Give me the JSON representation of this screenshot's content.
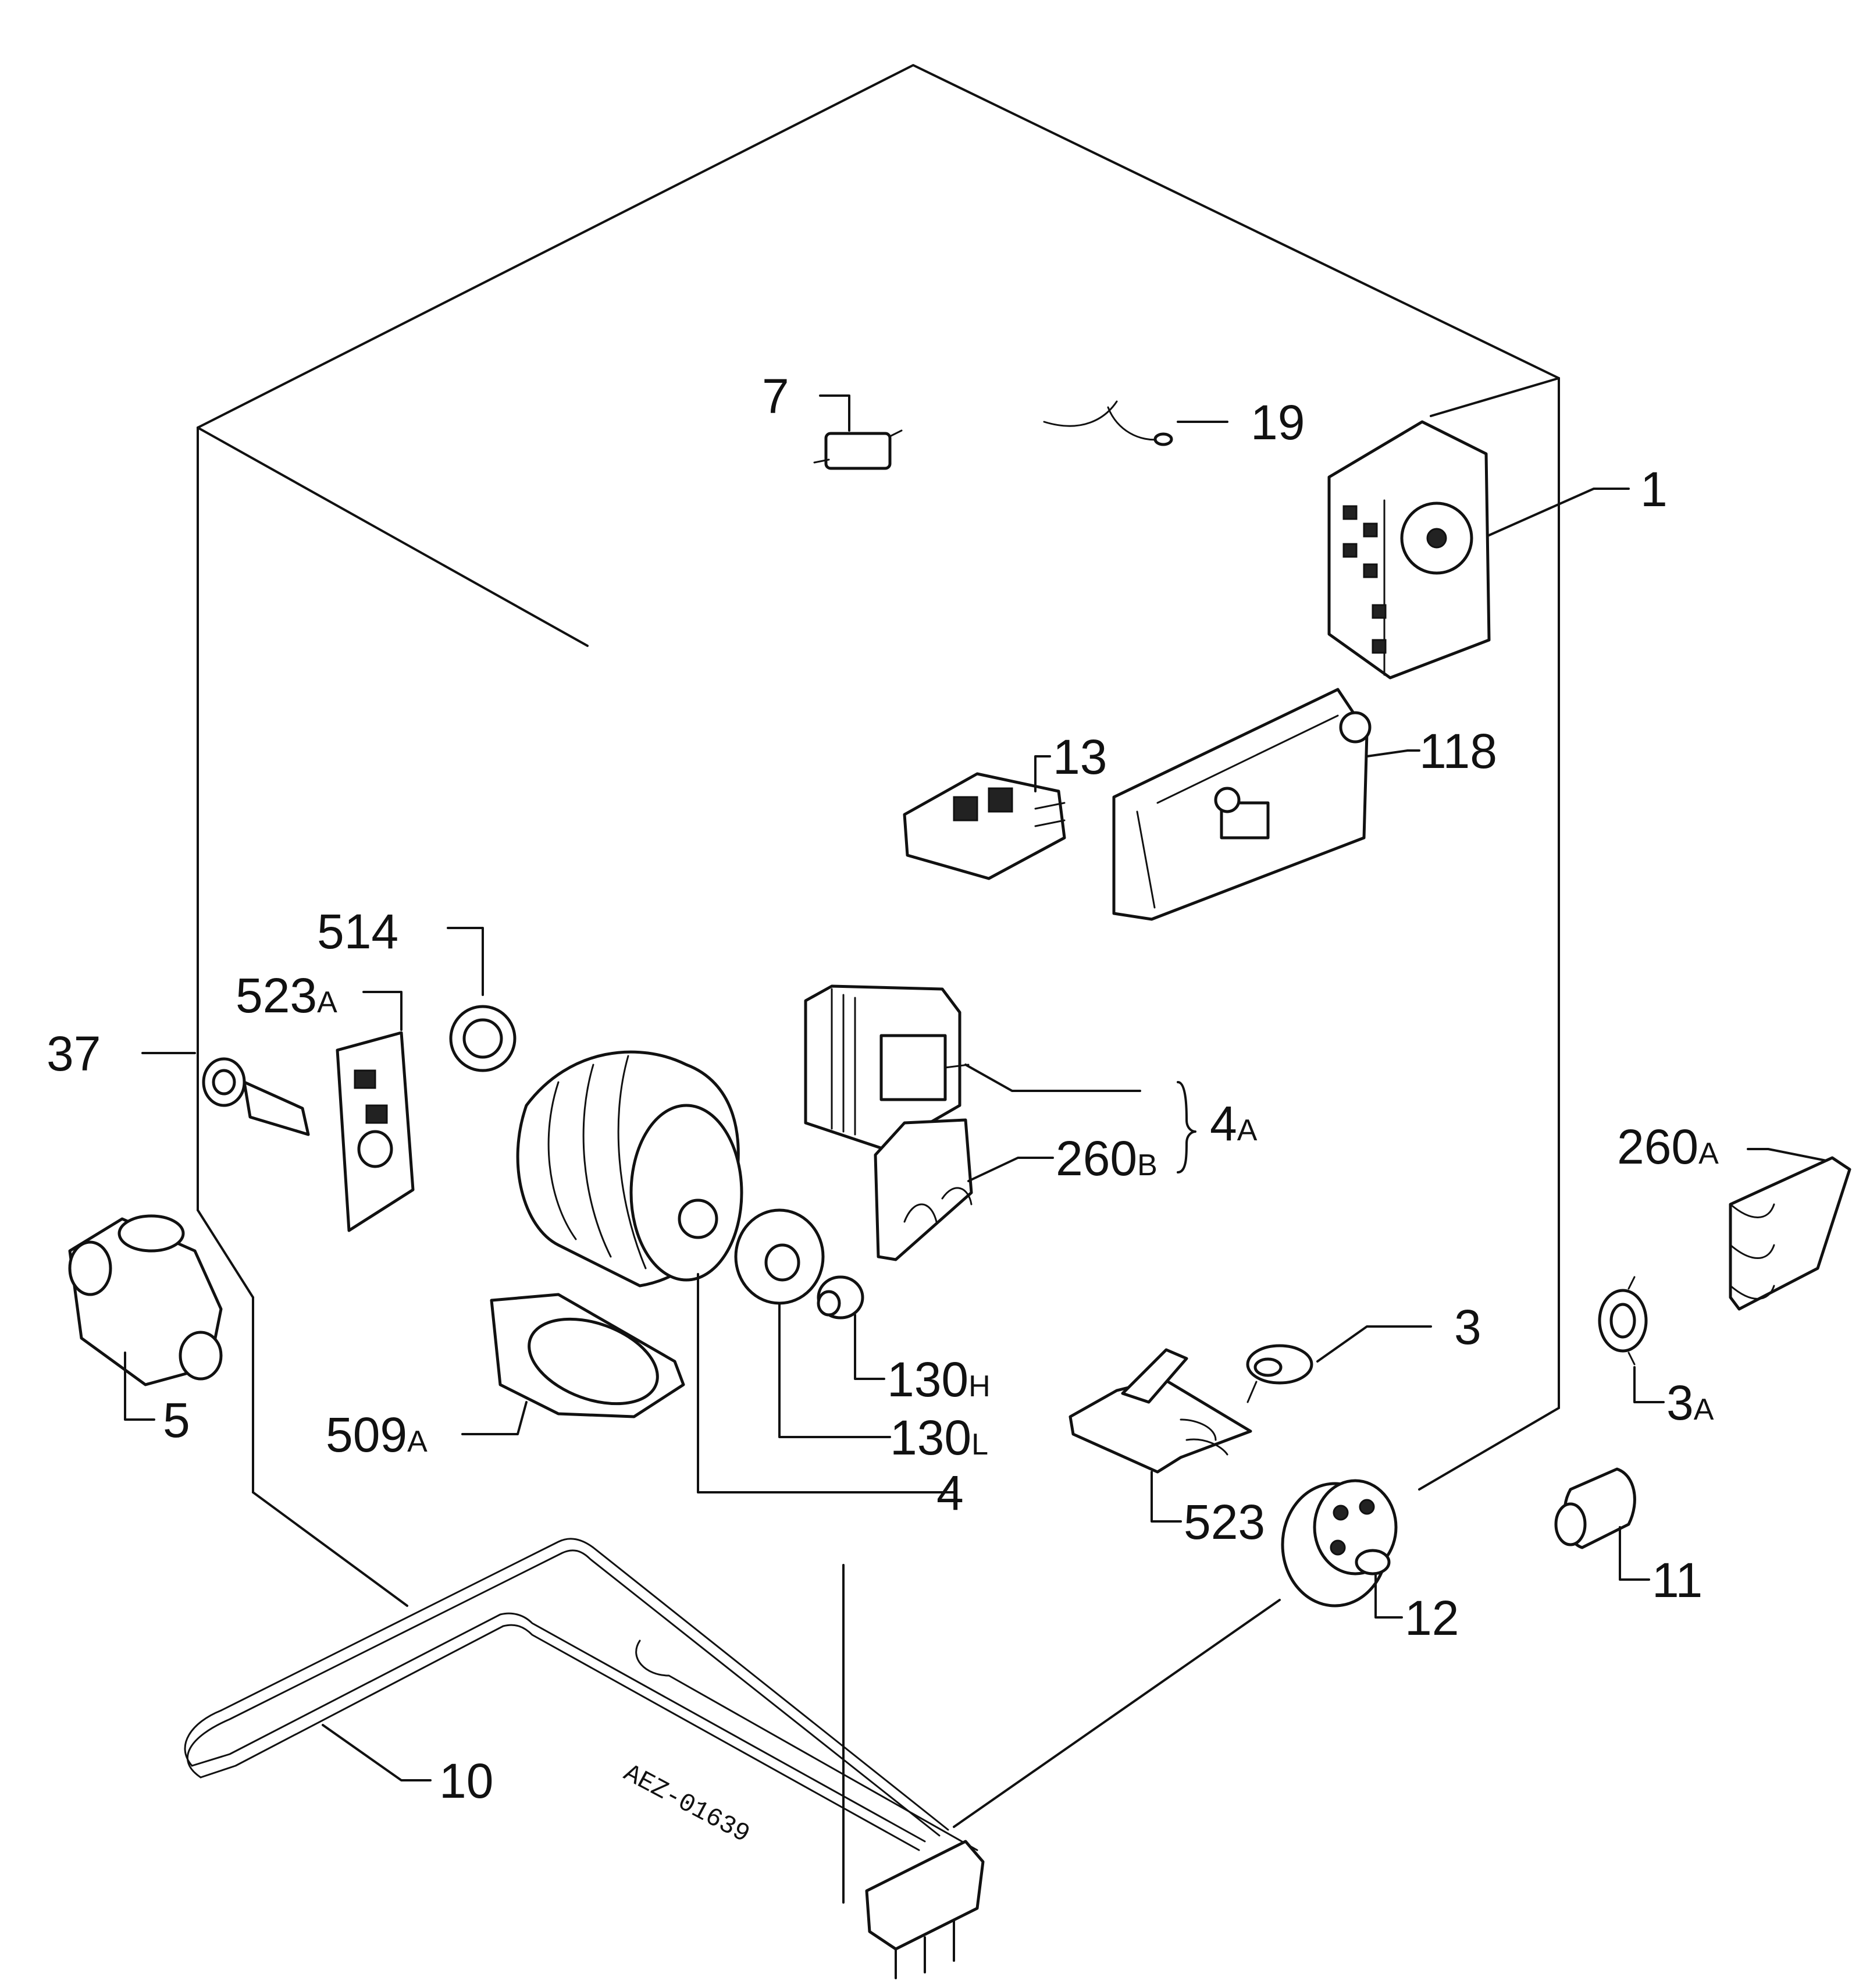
{
  "diagram": {
    "image_code": "AEZ-01639",
    "labels": {
      "p1": "1",
      "p3": "3",
      "p3a_num": "3",
      "p3a_suf": "A",
      "p4": "4",
      "p4a_num": "4",
      "p4a_suf": "A",
      "p5": "5",
      "p7": "7",
      "p10": "10",
      "p11": "11",
      "p12": "12",
      "p13": "13",
      "p19": "19",
      "p37": "37",
      "p118": "118",
      "p130h_num": "130",
      "p130h_suf": "H",
      "p130l_num": "130",
      "p130l_suf": "L",
      "p260a_num": "260",
      "p260a_suf": "A",
      "p260b_num": "260",
      "p260b_suf": "B",
      "p509a_num": "509",
      "p509a_suf": "A",
      "p514": "514",
      "p523": "523",
      "p523a_num": "523",
      "p523a_suf": "A"
    }
  }
}
